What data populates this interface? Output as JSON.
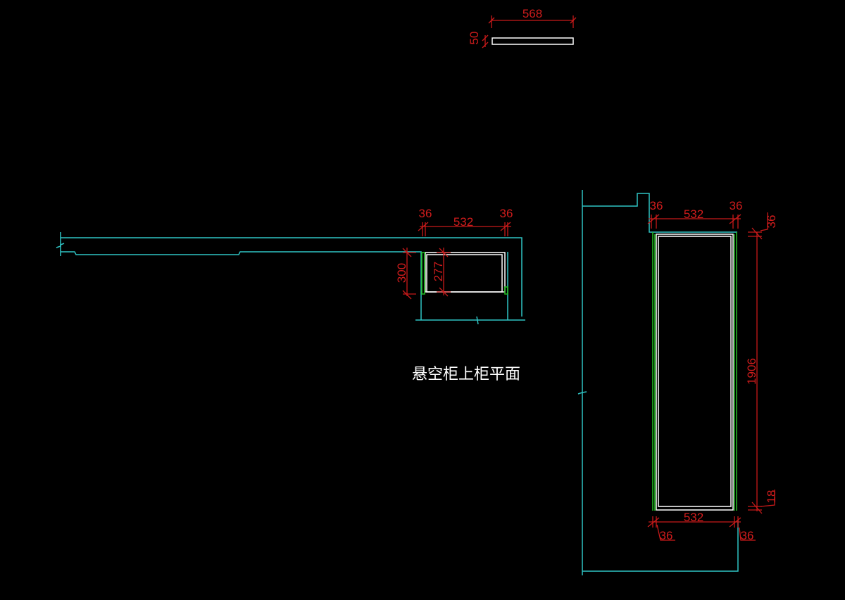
{
  "drawing": {
    "title": "悬空柜上柜平面",
    "colors": {
      "background": "#000000",
      "outline": "#2fc4c4",
      "panel": "#ffffff",
      "side_panel": "#22c022",
      "dimension": "#d01c1c"
    }
  },
  "shelf_detail": {
    "width": "568",
    "thickness": "50"
  },
  "plan": {
    "left_side": "36",
    "inner_width": "532",
    "right_side": "36",
    "depth": "300",
    "inner_depth": "277"
  },
  "elevation": {
    "top_left": "36",
    "top_width": "532",
    "top_right": "36",
    "top_board": "36",
    "height": "1906",
    "bottom_board": "18",
    "bottom_width": "532",
    "bottom_left": "36",
    "bottom_right": "36"
  }
}
